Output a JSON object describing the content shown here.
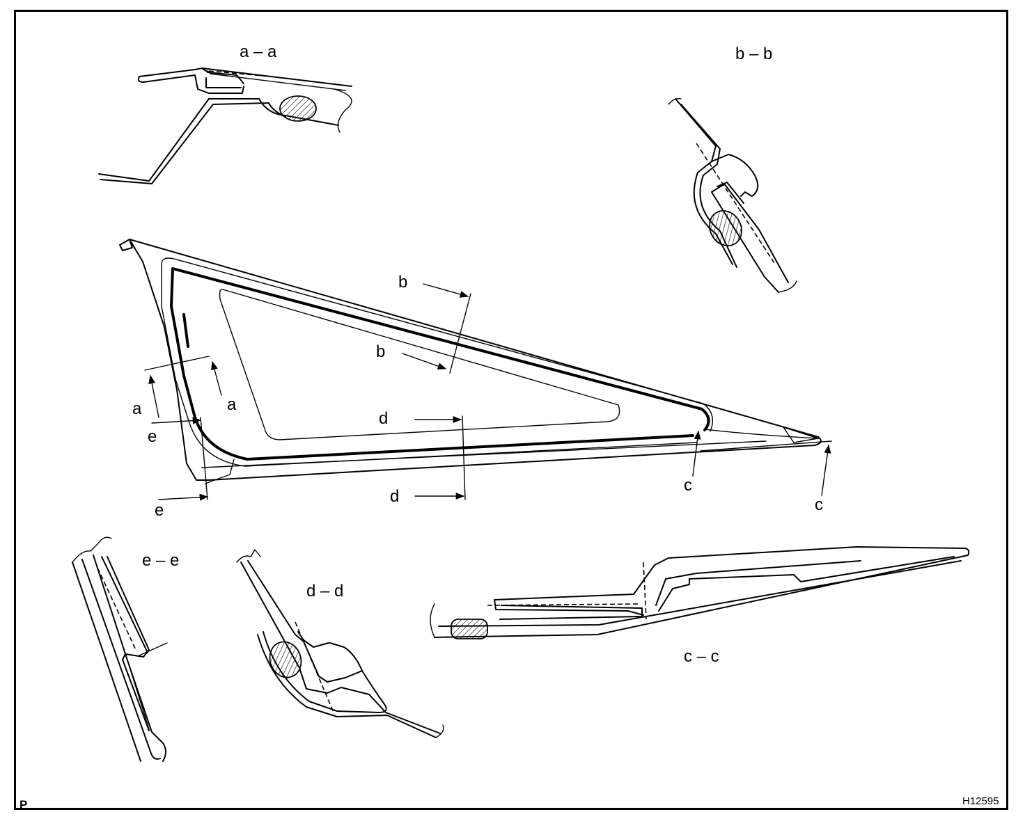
{
  "labels": {
    "aa": "a – a",
    "bb": "b – b",
    "cc": "c – c",
    "dd": "d – d",
    "ee": "e – e",
    "a": "a",
    "b": "b",
    "c": "c",
    "d": "d",
    "e": "e"
  },
  "corner": {
    "left": "P",
    "right": "H12595"
  }
}
